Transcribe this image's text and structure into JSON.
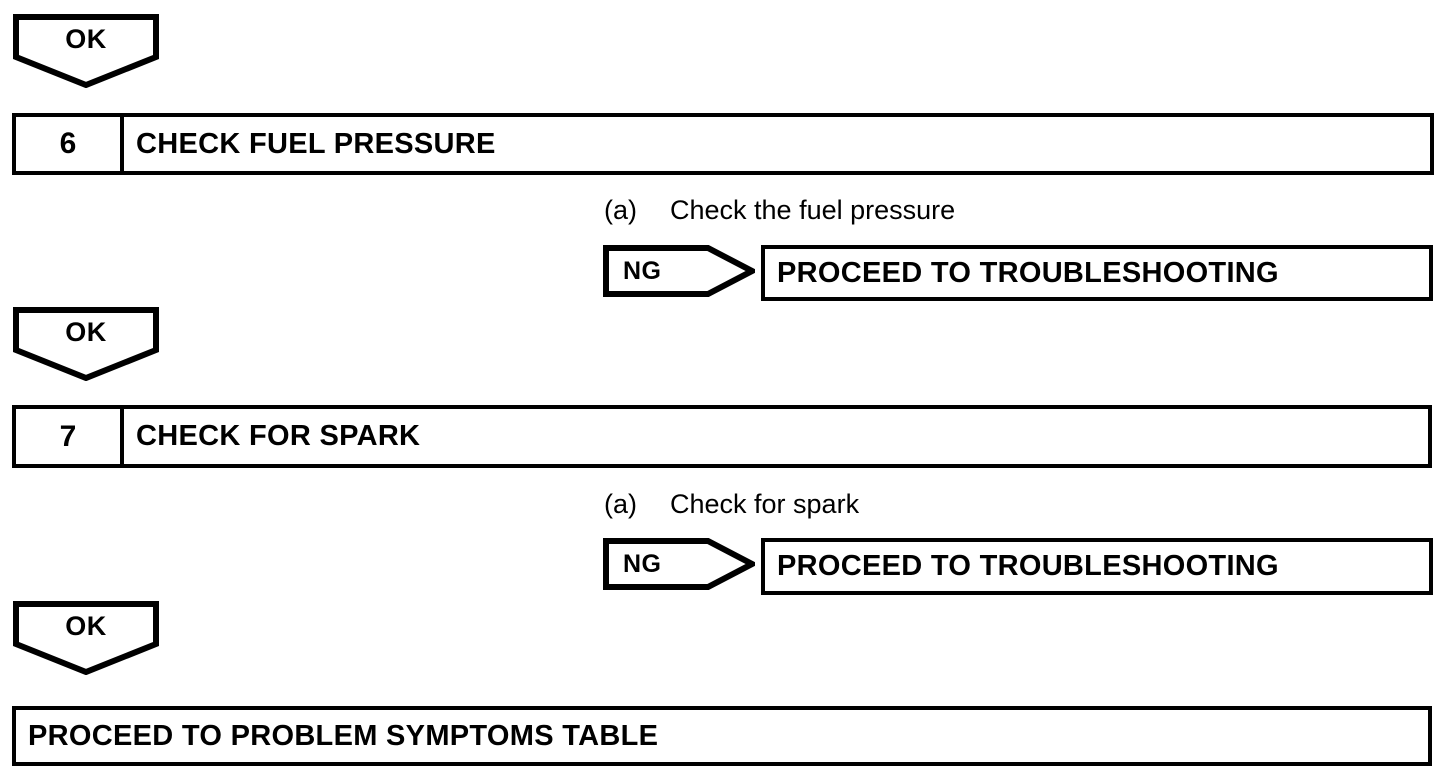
{
  "diagram": {
    "type": "troubleshooting-flowchart",
    "colors": {
      "stroke": "#000000",
      "fill": "#ffffff",
      "text": "#000000"
    },
    "connectors": {
      "ok_label": "OK",
      "ng_label": "NG"
    },
    "nodes": [
      {
        "id": "ok-connector-top",
        "kind": "ok-connector",
        "label": "OK"
      },
      {
        "id": "step-6",
        "kind": "step-box",
        "number": "6",
        "title": "CHECK FUEL PRESSURE"
      },
      {
        "id": "substep-6a",
        "kind": "substep",
        "marker": "(a)",
        "text": "Check the fuel pressure"
      },
      {
        "id": "ng-connector-6",
        "kind": "ng-connector",
        "label": "NG"
      },
      {
        "id": "result-6-ng",
        "kind": "result-box",
        "text": "PROCEED TO TROUBLESHOOTING"
      },
      {
        "id": "ok-connector-mid",
        "kind": "ok-connector",
        "label": "OK"
      },
      {
        "id": "step-7",
        "kind": "step-box",
        "number": "7",
        "title": "CHECK FOR SPARK"
      },
      {
        "id": "substep-7a",
        "kind": "substep",
        "marker": "(a)",
        "text": "Check for spark"
      },
      {
        "id": "ng-connector-7",
        "kind": "ng-connector",
        "label": "NG"
      },
      {
        "id": "result-7-ng",
        "kind": "result-box",
        "text": "PROCEED TO TROUBLESHOOTING"
      },
      {
        "id": "ok-connector-bottom",
        "kind": "ok-connector",
        "label": "OK"
      },
      {
        "id": "result-final",
        "kind": "result-box",
        "text": "PROCEED TO PROBLEM SYMPTOMS TABLE"
      }
    ]
  }
}
